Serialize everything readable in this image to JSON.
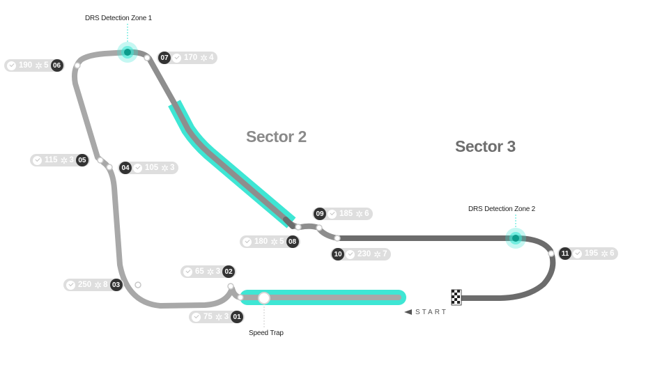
{
  "sectors": {
    "sector2": "Sector 2",
    "sector3": "Sector 3"
  },
  "drs": {
    "zone1": "DRS Detection Zone 1",
    "zone2": "DRS Detection Zone 2"
  },
  "speed_trap": "Speed Trap",
  "start": "START",
  "icons": {
    "speed": "speedometer-icon",
    "gear": "gear-icon",
    "flag": "checkered-flag-icon"
  },
  "colors": {
    "track_light": "#a8a8a8",
    "track_dark": "#6c6c6c",
    "drs_zone": "#3ee6d4",
    "pill_bg": "#dedede",
    "number_badge": "#333333"
  },
  "corners": [
    {
      "id": "01",
      "speed": "75",
      "gear": "3"
    },
    {
      "id": "02",
      "speed": "65",
      "gear": "3"
    },
    {
      "id": "03",
      "speed": "250",
      "gear": "8"
    },
    {
      "id": "04",
      "speed": "105",
      "gear": "3"
    },
    {
      "id": "05",
      "speed": "115",
      "gear": "3"
    },
    {
      "id": "06",
      "speed": "190",
      "gear": "5"
    },
    {
      "id": "07",
      "speed": "170",
      "gear": "4"
    },
    {
      "id": "08",
      "speed": "180",
      "gear": "5"
    },
    {
      "id": "09",
      "speed": "185",
      "gear": "6"
    },
    {
      "id": "10",
      "speed": "230",
      "gear": "7"
    },
    {
      "id": "11",
      "speed": "195",
      "gear": "6"
    }
  ]
}
